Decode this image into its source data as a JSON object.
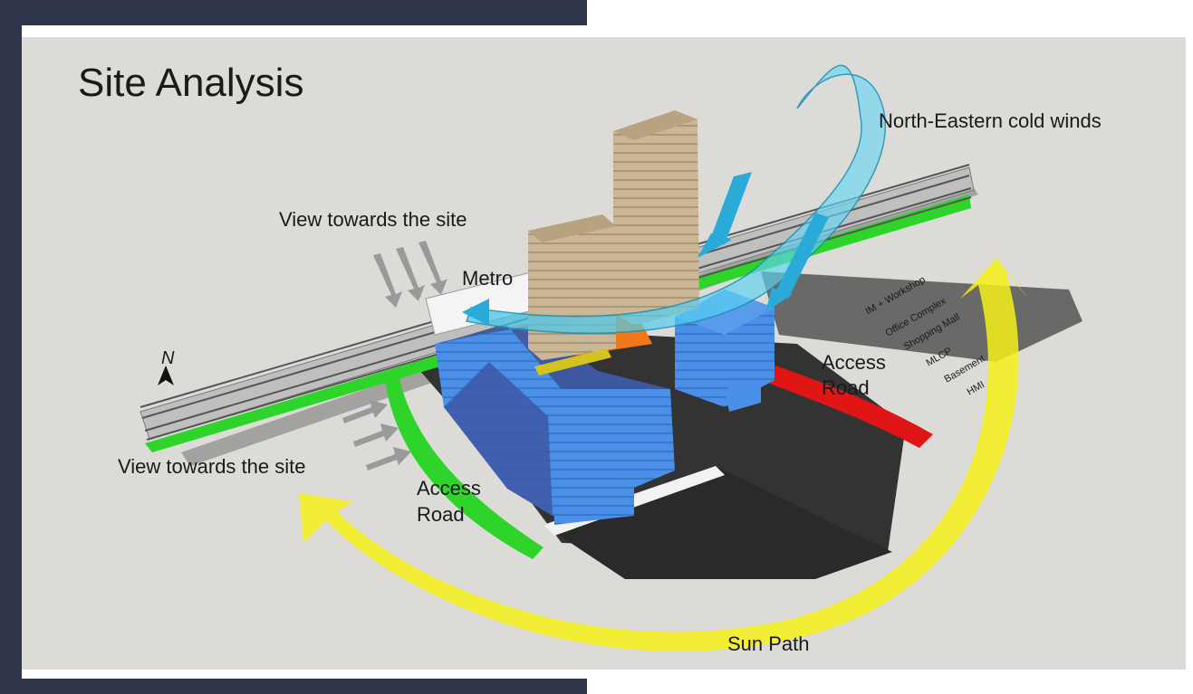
{
  "slide": {
    "title": "Site Analysis",
    "labels": {
      "winds": "North-Eastern cold winds",
      "view_top": "View towards the site",
      "metro": "Metro",
      "view_bottom": "View towards the site",
      "north": "N",
      "access_road_right": [
        "Access",
        "Road"
      ],
      "access_road_left": [
        "Access",
        "Road"
      ],
      "sun_path": "Sun Path"
    },
    "program_labels": [
      "IM + Workshop",
      "Office Complex",
      "Shopping Mall",
      "MLCP",
      "Basement",
      "HMI"
    ]
  },
  "colors": {
    "frame": "#2e3449",
    "background": "#dcdbd7",
    "tower": "#cbb796",
    "podium_dark": "#3f5aa8",
    "podium_light": "#4a90e8",
    "metro_green": "#2ed42a",
    "access_road_red": "#e01515",
    "sun_path": "#f6f019",
    "wind": "#3cc4ea",
    "ground": "#333333",
    "plinth_orange": "#f07a1a"
  }
}
